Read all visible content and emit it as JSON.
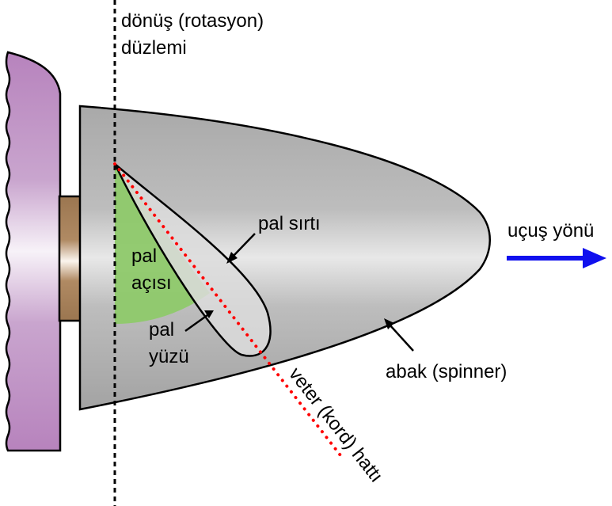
{
  "labels": {
    "rotation_plane_1": "dönüş (rotasyon)",
    "rotation_plane_2": "düzlemi",
    "blade_back": "pal sırtı",
    "blade_angle_1": "pal",
    "blade_angle_2": "açısı",
    "blade_face_1": "pal",
    "blade_face_2": "yüzü",
    "spinner": "abak (spinner)",
    "flight_direction": "uçuş yönü",
    "chord_line": "veter (kord) hattı"
  },
  "colors": {
    "fuselage": "#b98cbf",
    "hub": "#9b7650",
    "spinner": "#b2b2b2",
    "blade_section": "#dcdcdc",
    "angle_fill": "#8ec96a",
    "chord_line": "#ff0000",
    "flight_arrow": "#1010ee"
  }
}
